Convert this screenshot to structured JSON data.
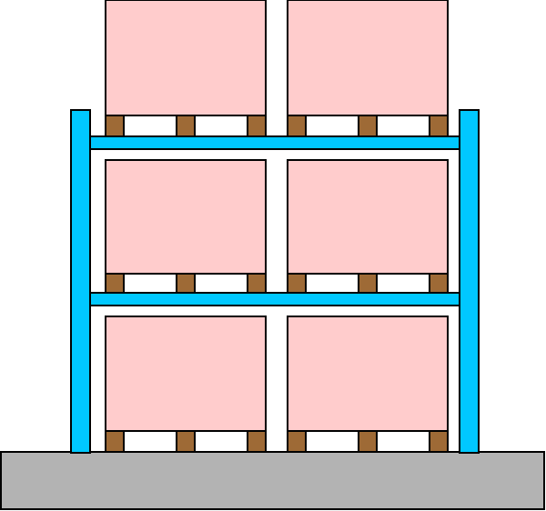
{
  "colors": {
    "upright": "#00C8FF",
    "beam": "#00C8FF",
    "box": "#FFCCCC",
    "pallet_block": "#9E6A36",
    "pallet_deck": "#FFFFFF",
    "floor": "#B3B3B3",
    "outline": "#000000"
  },
  "rack": {
    "levels": 3,
    "bays": 2,
    "pallet_blocks_per_load": 3
  }
}
